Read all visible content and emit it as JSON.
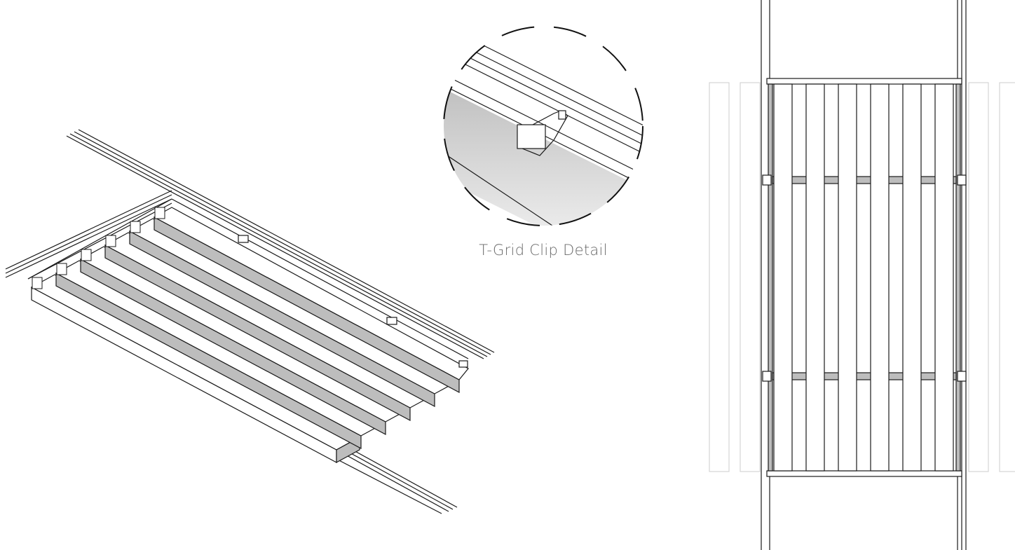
{
  "detail": {
    "caption": "T-Grid Clip Detail"
  },
  "colors": {
    "line": "#1a1a1a",
    "light_line": "#d4d4d4",
    "baffle_side": "#bdbdbd",
    "baffle_face": "#ffffff",
    "dash": "#111111"
  },
  "components": {
    "isometric_baffle_count": 6,
    "plan_baffle_count": 6,
    "plan_adjacent_panels_per_side": 2,
    "plan_clip_rows": 2
  }
}
